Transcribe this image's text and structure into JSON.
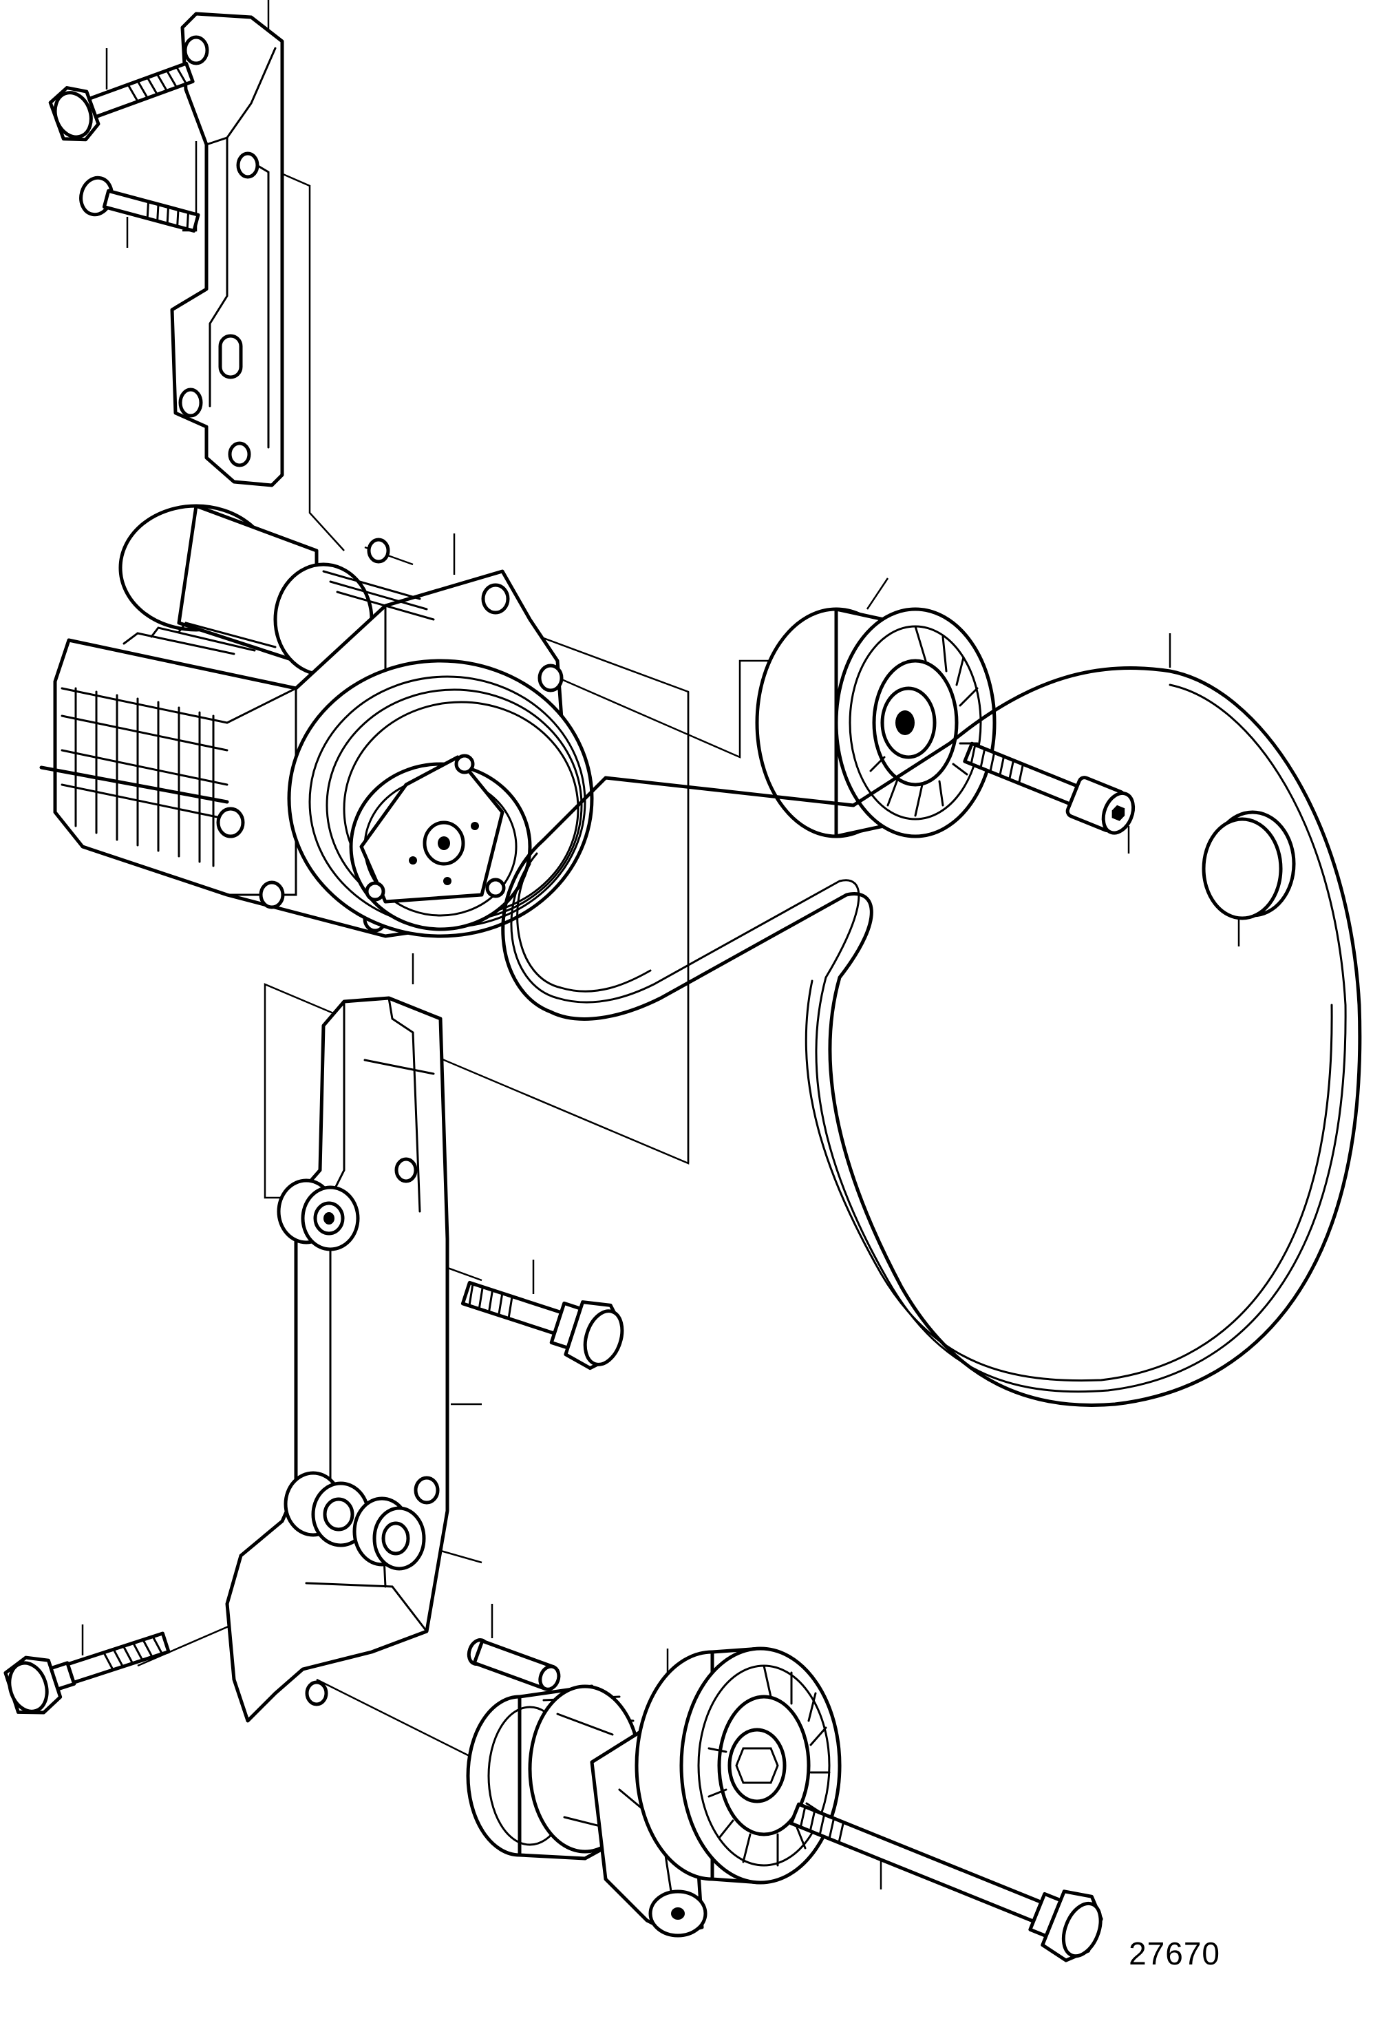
{
  "figure": {
    "number": "27670"
  },
  "colors": {
    "ink": "#000000",
    "paper": "#ffffff"
  },
  "components": [
    {
      "id": "upper-mounting-bracket"
    },
    {
      "id": "bracket-flange-bolt"
    },
    {
      "id": "bracket-stud-bolt"
    },
    {
      "id": "supercharger-compressor"
    },
    {
      "id": "electromagnetic-clutch-pulley"
    },
    {
      "id": "idler-pulley"
    },
    {
      "id": "idler-pulley-socket-bolt"
    },
    {
      "id": "idler-pulley-dust-cap"
    },
    {
      "id": "poly-v-drive-belt"
    },
    {
      "id": "lower-mounting-bracket"
    },
    {
      "id": "lower-bracket-upper-bolt"
    },
    {
      "id": "lower-bracket-side-bolt"
    },
    {
      "id": "belt-tensioner-guide-pin"
    },
    {
      "id": "automatic-belt-tensioner"
    },
    {
      "id": "tensioner-long-bolt"
    }
  ]
}
